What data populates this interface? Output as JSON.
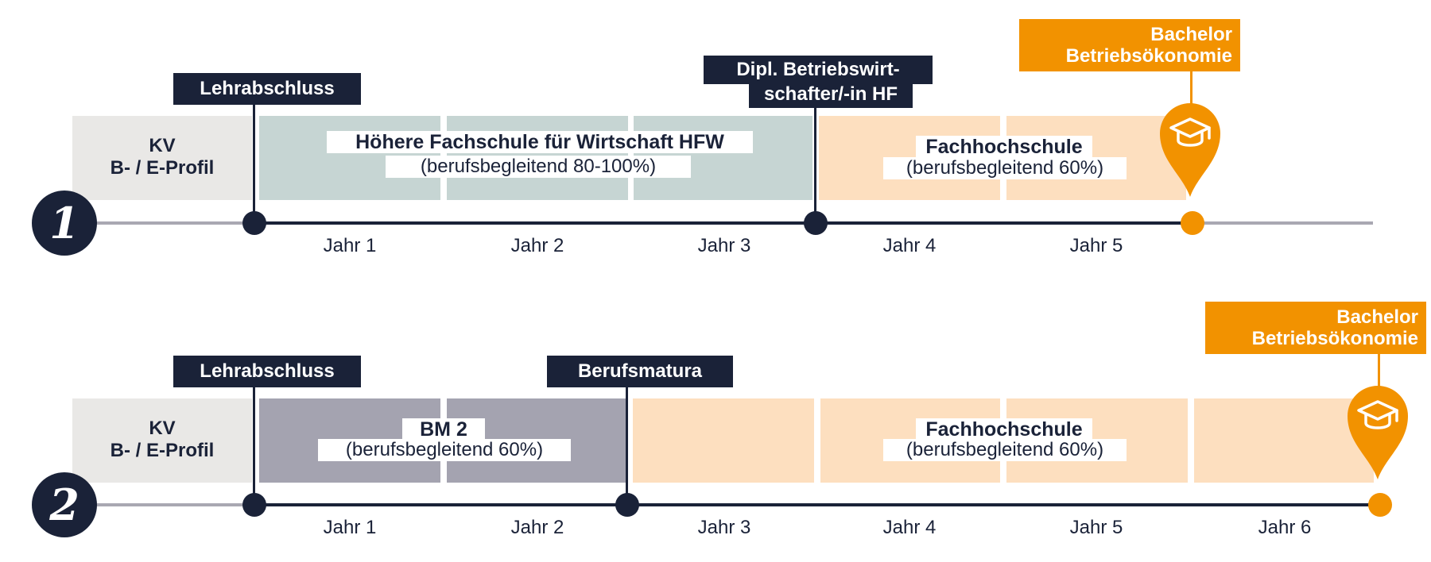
{
  "colors": {
    "navy": "#1a2238",
    "orange": "#f29200",
    "kv_grey": "#e9e8e6",
    "hf_green": "#c6d5d3",
    "fh_peach": "#fddfbf",
    "bm_grey": "#a4a3b0",
    "line_grey": "#a9a8b2"
  },
  "paths": [
    {
      "number": "1",
      "kv_line1": "KV",
      "kv_line2": "B- / E-Profil",
      "program_a_title": "Höhere Fachschule für Wirtschaft HFW",
      "program_a_subtitle": "(berufsbegleitend 80-100%)",
      "program_b_title": "Fachhochschule",
      "program_b_subtitle": "(berufsbegleitend 60%)",
      "milestone_1": "Lehrabschluss",
      "milestone_2_line1": "Dipl. Betriebswirt-",
      "milestone_2_line2": "schafter/-in HF",
      "goal_line1": "Bachelor",
      "goal_line2": "Betriebsökonomie",
      "goal_icon": "graduation-cap-icon",
      "years": [
        "Jahr 1",
        "Jahr 2",
        "Jahr 3",
        "Jahr 4",
        "Jahr 5"
      ]
    },
    {
      "number": "2",
      "kv_line1": "KV",
      "kv_line2": "B- / E-Profil",
      "program_a_title": "BM 2",
      "program_a_subtitle": "(berufsbegleitend 60%)",
      "program_b_title": "Fachhochschule",
      "program_b_subtitle": "(berufsbegleitend 60%)",
      "milestone_1": "Lehrabschluss",
      "milestone_2": "Berufsmatura",
      "goal_line1": "Bachelor",
      "goal_line2": "Betriebsökonomie",
      "goal_icon": "graduation-cap-icon",
      "years": [
        "Jahr 1",
        "Jahr 2",
        "Jahr 3",
        "Jahr 4",
        "Jahr 5",
        "Jahr 6"
      ]
    }
  ]
}
